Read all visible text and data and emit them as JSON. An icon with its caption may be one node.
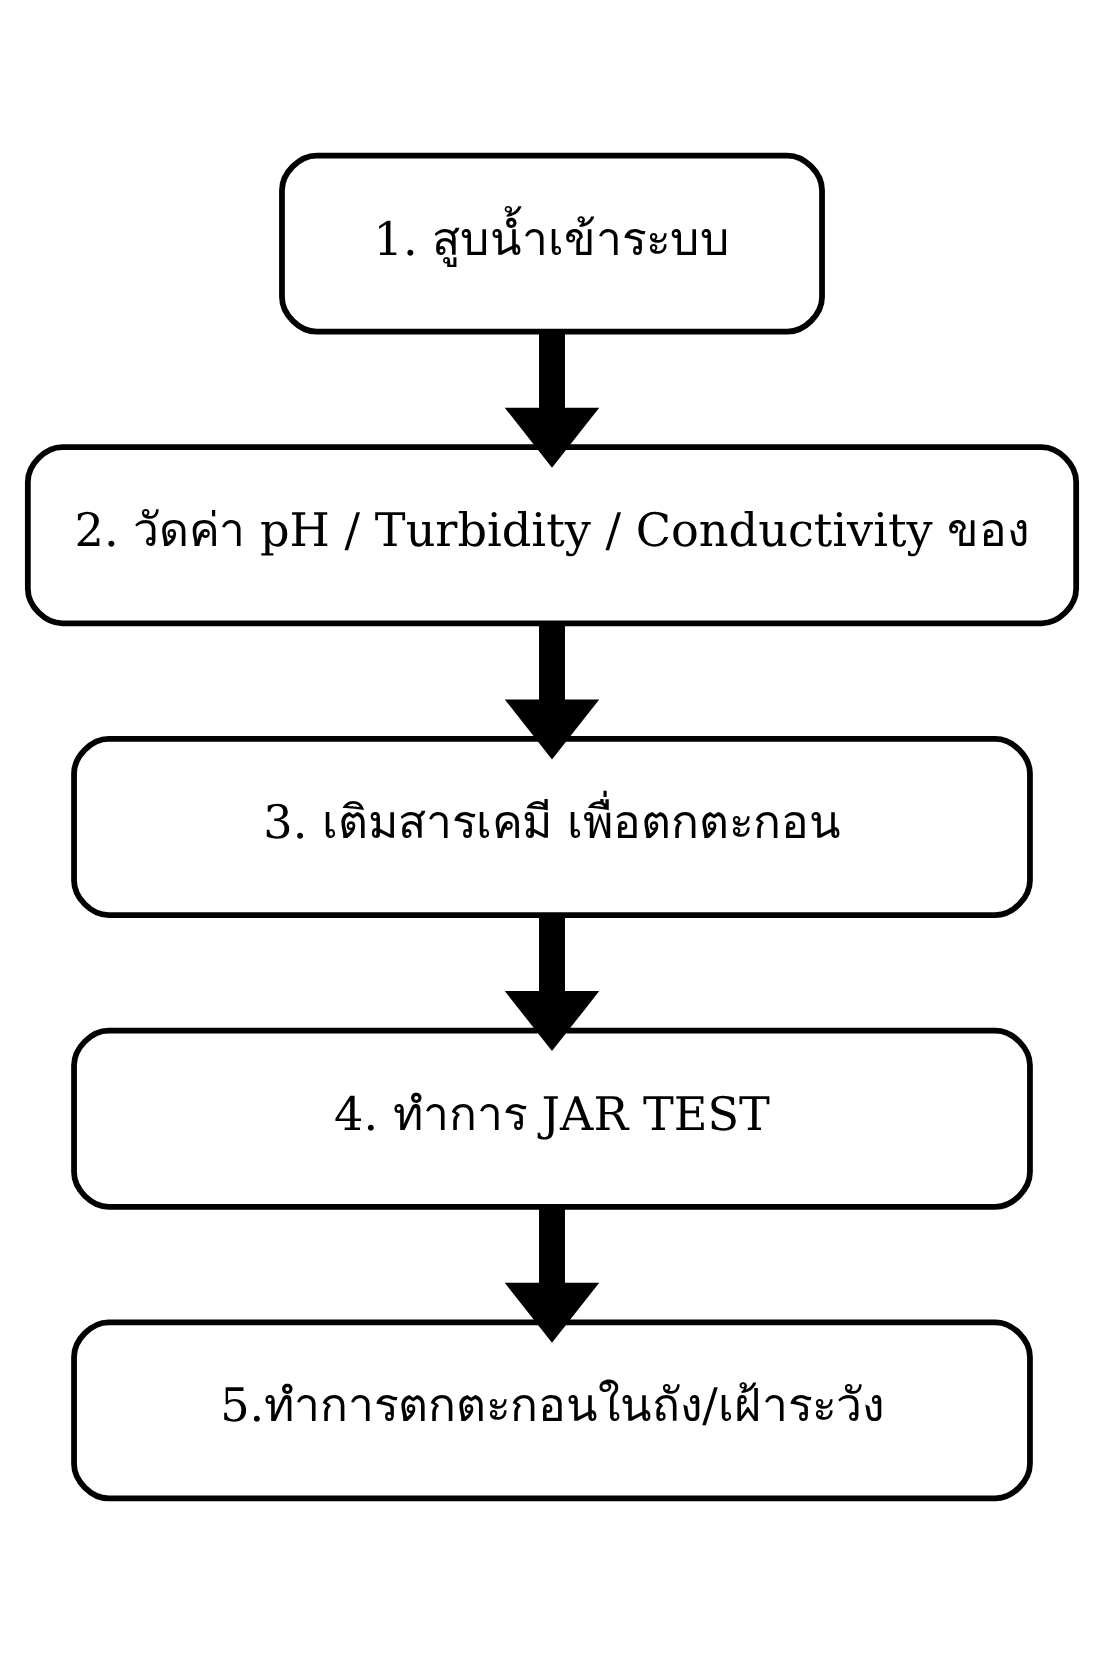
{
  "diagram": {
    "nodes": [
      {
        "text": [
          "1. สูบน้ำเข้าระบบ"
        ]
      },
      {
        "text": [
          "2. วัดค่า pH / Turbidity / Conductivity ของ"
        ]
      },
      {
        "text": [
          "3. เติมสารเคมี เพื่อตกตะกอน"
        ]
      },
      {
        "text": [
          "4. ทำการ JAR TEST"
        ]
      },
      {
        "text": [
          "5.ทำการตกตะกอนในถัง/เฝ้าระวัง"
        ]
      }
    ],
    "edges": [
      {
        "from": 0,
        "to": 1,
        "arrow": "to"
      },
      {
        "from": 1,
        "to": 2,
        "arrow": "to"
      },
      {
        "from": 2,
        "to": 3,
        "arrow": "to"
      },
      {
        "from": 3,
        "to": 4,
        "arrow": "to"
      }
    ]
  }
}
